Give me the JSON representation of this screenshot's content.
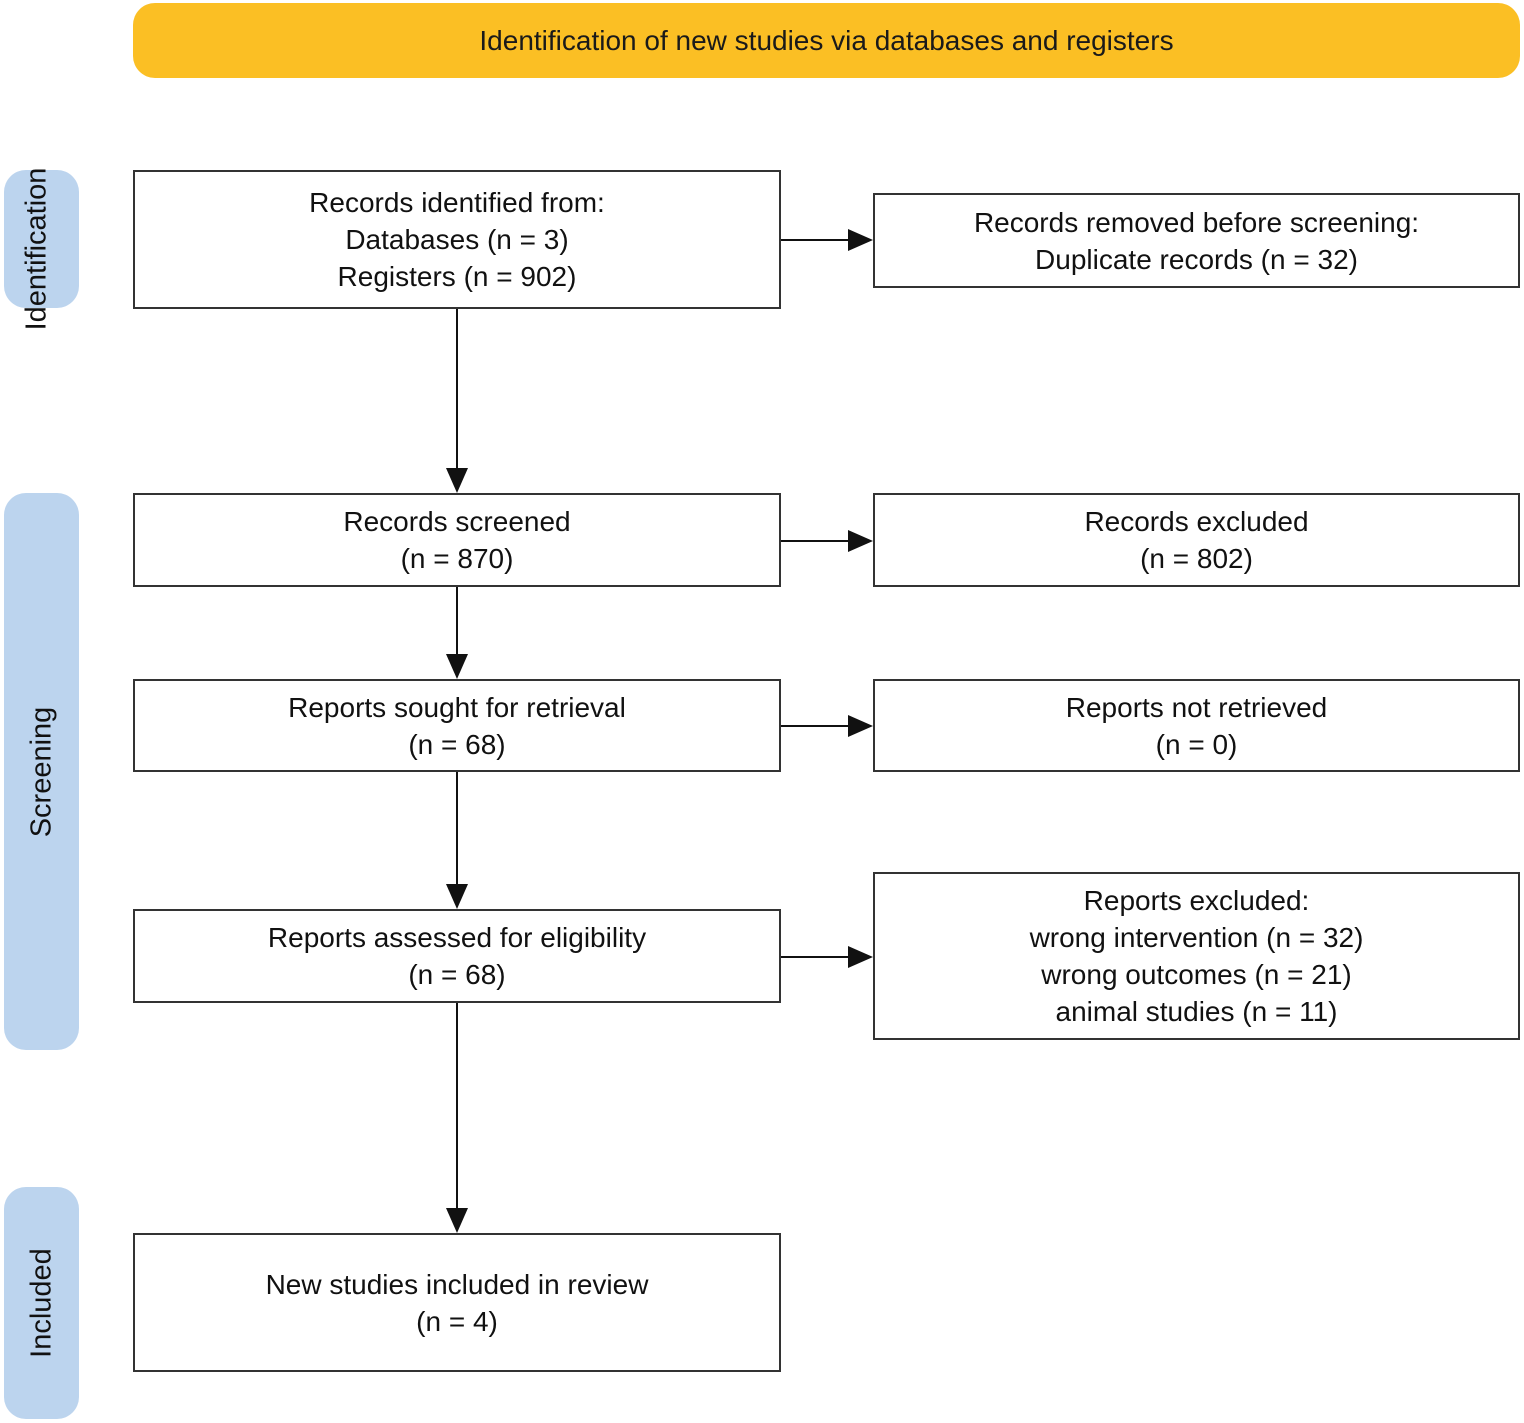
{
  "header": {
    "title": "Identification of new studies via databases and registers",
    "color": "#fbbf24"
  },
  "phases": {
    "identification": "Identification",
    "screening": "Screening",
    "included": "Included",
    "color": "#bcd4ee"
  },
  "boxes": {
    "records_identified": {
      "line1": "Records identified from:",
      "line2": "Databases (n = 3)",
      "line3": "Registers (n = 902)"
    },
    "records_removed": {
      "line1": "Records removed before screening:",
      "line2": "Duplicate records (n = 32)"
    },
    "records_screened": {
      "line1": "Records screened",
      "line2": "(n = 870)"
    },
    "records_excluded": {
      "line1": "Records excluded",
      "line2": "(n = 802)"
    },
    "reports_sought": {
      "line1": "Reports sought for retrieval",
      "line2": "(n = 68)"
    },
    "reports_not_retrieved": {
      "line1": "Reports not retrieved",
      "line2": "(n = 0)"
    },
    "reports_assessed": {
      "line1": "Reports assessed for eligibility",
      "line2": "(n = 68)"
    },
    "reports_excluded": {
      "line1": "Reports excluded:",
      "line2": "wrong intervention (n = 32)",
      "line3": "wrong outcomes (n = 21)",
      "line4": "animal studies (n = 11)"
    },
    "studies_included": {
      "line1": "New studies included in review",
      "line2": "(n = 4)"
    }
  }
}
